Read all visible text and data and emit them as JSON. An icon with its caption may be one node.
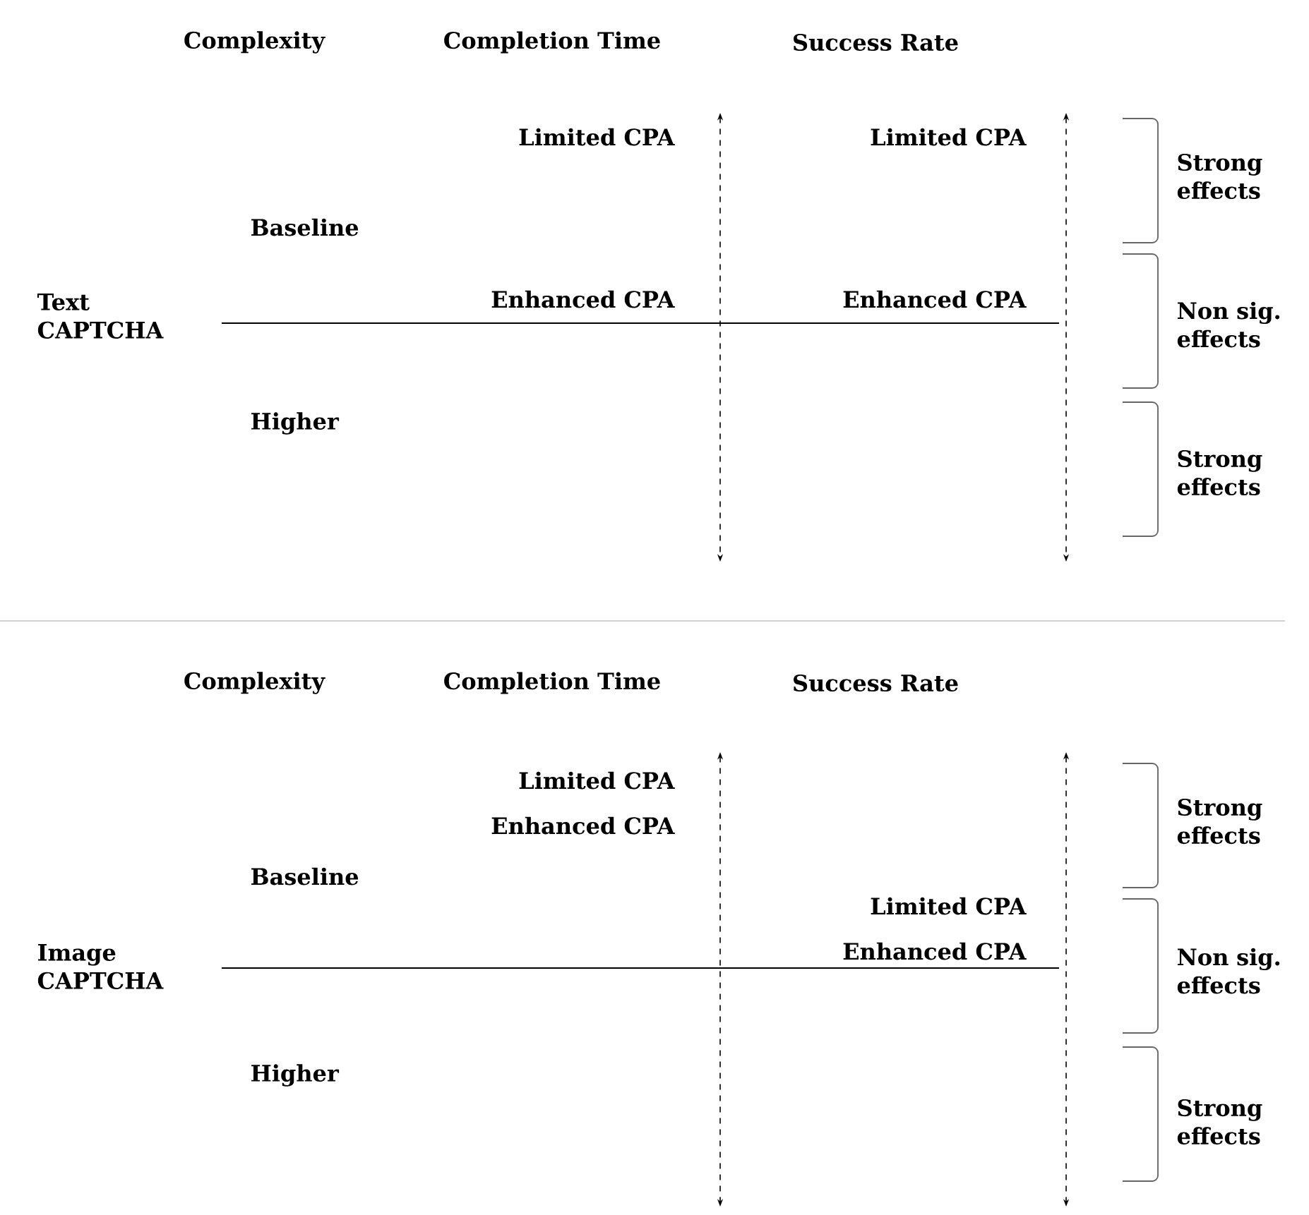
{
  "diagram": {
    "labels": [
      "Complexity",
      "Completion Time",
      "Success Rate",
      "Limited CPA",
      "Limited CPA",
      "Strong effects",
      "Baseline",
      "Text CAPTCHA",
      "Enhanced CPA",
      "Enhanced CPA",
      "Non sig. effects",
      "Higher",
      "Strong effects",
      "Complexity",
      "Completion Time",
      "Success Rate",
      "Limited CPA",
      "Enhanced CPA",
      "Strong effects",
      "Baseline",
      "Limited CPA",
      "Enhanced CPA",
      "Image CAPTCHA",
      "Non sig. effects",
      "Higher",
      "Strong effects"
    ]
  }
}
